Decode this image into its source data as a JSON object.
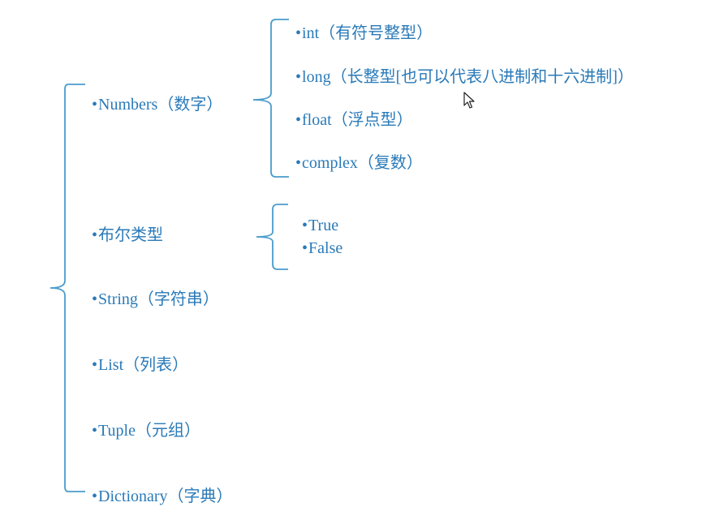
{
  "root_items": [
    {
      "key": "numbers",
      "label": "Numbers（数字）"
    },
    {
      "key": "bool",
      "label": "布尔类型"
    },
    {
      "key": "string",
      "label": "String（字符串）"
    },
    {
      "key": "list",
      "label": "List（列表）"
    },
    {
      "key": "tuple",
      "label": "Tuple（元组）"
    },
    {
      "key": "dictionary",
      "label": "Dictionary（字典）"
    }
  ],
  "numbers_items": [
    {
      "key": "int",
      "label": "int（有符号整型）"
    },
    {
      "key": "long",
      "label": "long（长整型[也可以代表八进制和十六进制]）"
    },
    {
      "key": "float",
      "label": "float（浮点型）"
    },
    {
      "key": "complex",
      "label": "complex（复数）"
    }
  ],
  "bool_items": [
    {
      "key": "true",
      "label": "True"
    },
    {
      "key": "false",
      "label": "False"
    }
  ],
  "bullet": "•",
  "colors": {
    "text": "#2a7ab8",
    "bracket": "#4a9ccc",
    "background": "#ffffff"
  }
}
